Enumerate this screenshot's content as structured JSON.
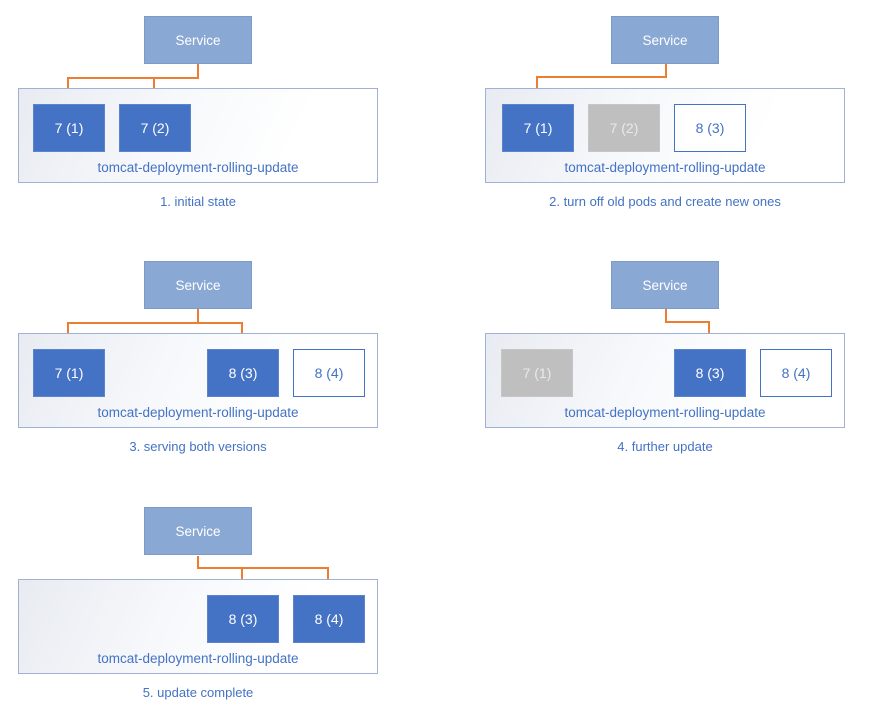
{
  "colors": {
    "service_fill": "#8AA8D4",
    "pod_active_fill": "#4472C4",
    "pod_off_fill": "#BFBFBF",
    "pod_new_border": "#4472C4",
    "arrow": "#ED7D31",
    "blue_text": "#4472C4"
  },
  "panels": [
    {
      "caption": "1. initial state",
      "service_label": "Service",
      "deployment_label": "tomcat-deployment-rolling-update",
      "service_targets": [
        "7 (1)",
        "7 (2)"
      ],
      "pods": [
        {
          "label": "7 (1)",
          "state": "active"
        },
        {
          "label": "7 (2)",
          "state": "active"
        }
      ]
    },
    {
      "caption": "2. turn off old pods and create new ones",
      "service_label": "Service",
      "deployment_label": "tomcat-deployment-rolling-update",
      "service_targets": [
        "7 (1)"
      ],
      "pods": [
        {
          "label": "7 (1)",
          "state": "active"
        },
        {
          "label": "7 (2)",
          "state": "off"
        },
        {
          "label": "8 (3)",
          "state": "new"
        }
      ]
    },
    {
      "caption": "3. serving both versions",
      "service_label": "Service",
      "deployment_label": "tomcat-deployment-rolling-update",
      "service_targets": [
        "7 (1)",
        "8 (3)"
      ],
      "pods": [
        {
          "label": "7 (1)",
          "state": "active"
        },
        {
          "label": "8 (3)",
          "state": "active"
        },
        {
          "label": "8 (4)",
          "state": "new"
        }
      ]
    },
    {
      "caption": "4. further update",
      "service_label": "Service",
      "deployment_label": "tomcat-deployment-rolling-update",
      "service_targets": [
        "8 (3)"
      ],
      "pods": [
        {
          "label": "7 (1)",
          "state": "off"
        },
        {
          "label": "8 (3)",
          "state": "active"
        },
        {
          "label": "8 (4)",
          "state": "new"
        }
      ]
    },
    {
      "caption": "5. update complete",
      "service_label": "Service",
      "deployment_label": "tomcat-deployment-rolling-update",
      "service_targets": [
        "8 (3)",
        "8 (4)"
      ],
      "pods": [
        {
          "label": "8 (3)",
          "state": "active"
        },
        {
          "label": "8 (4)",
          "state": "active"
        }
      ]
    }
  ]
}
